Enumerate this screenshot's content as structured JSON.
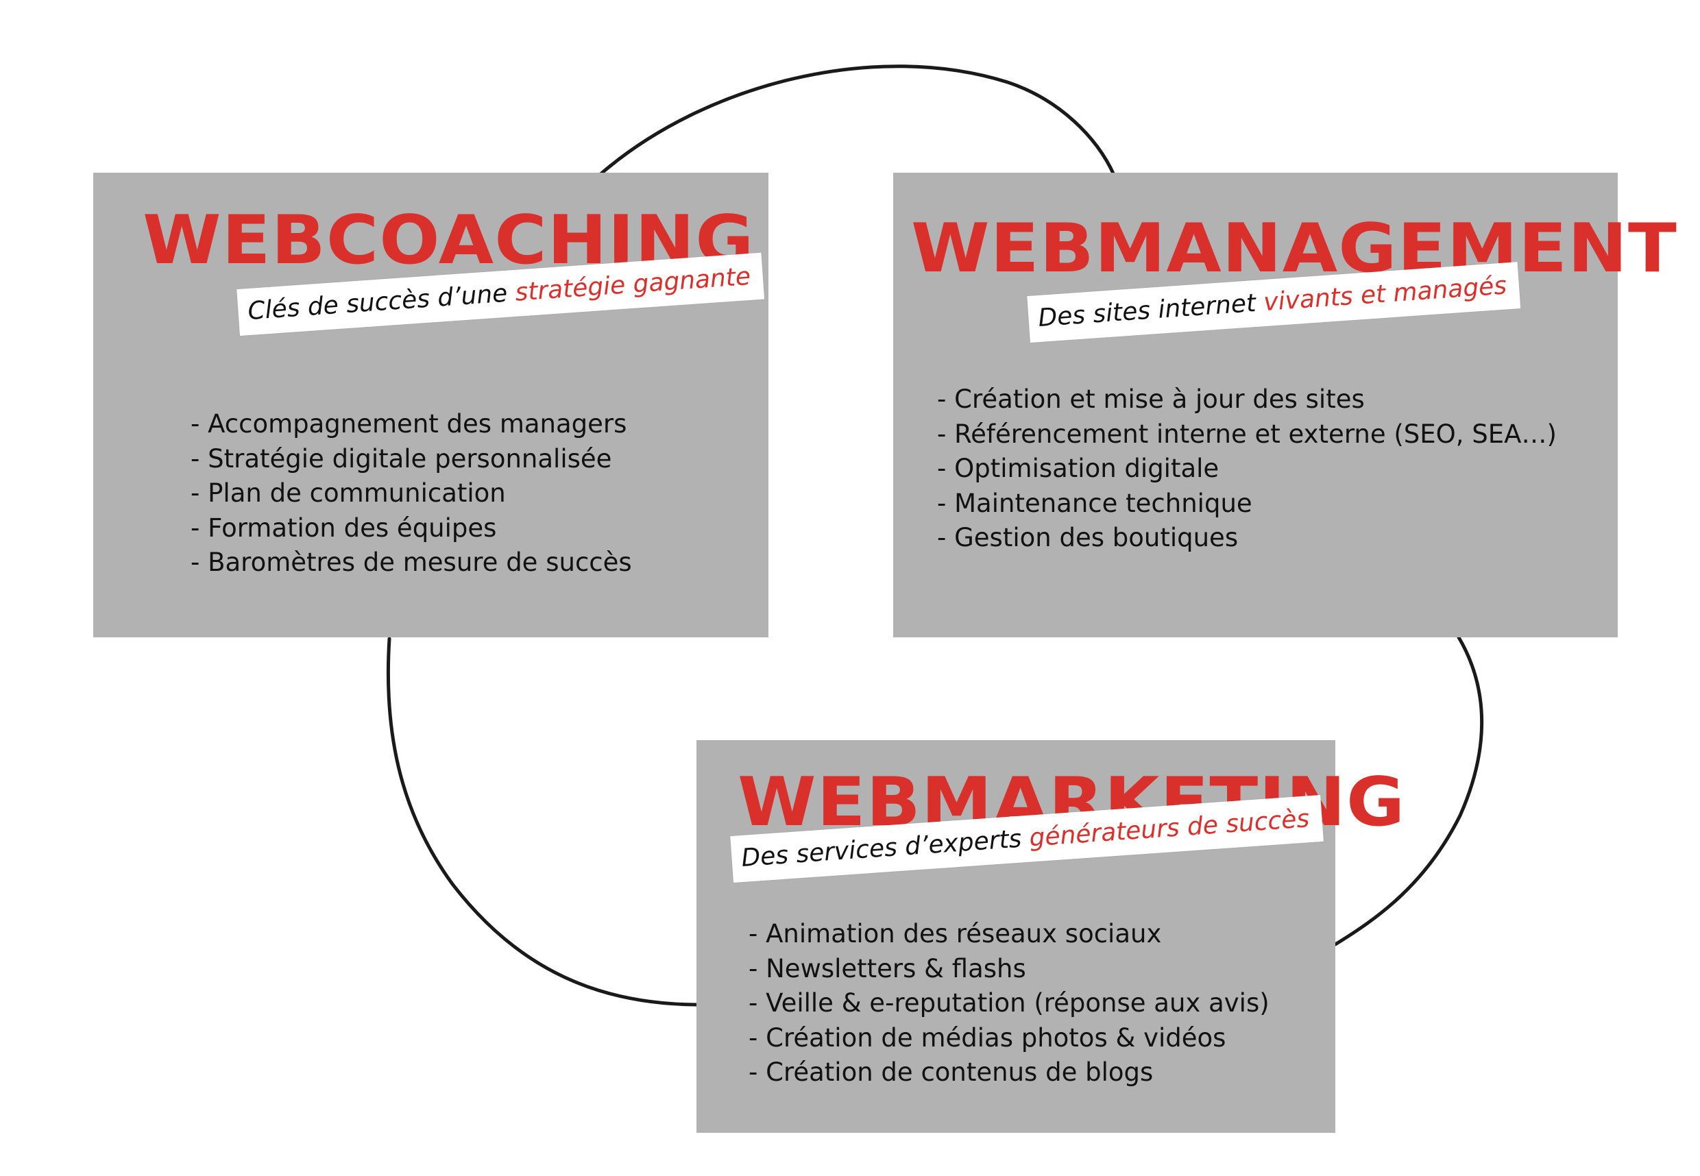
{
  "colors": {
    "accent": "#d9302b",
    "box": "#b1b2b1",
    "loop": "#1a1a1a",
    "text": "#111111"
  },
  "webcoaching": {
    "title": "WEBCOACHING",
    "tagline_plain": "Clés de succès d’une ",
    "tagline_accent": "stratégie gagnante",
    "items": [
      "Accompagnement des managers",
      "Stratégie digitale personnalisée",
      "Plan de communication",
      "Formation des équipes",
      "Baromètres de mesure de succès"
    ]
  },
  "webmanagement": {
    "title": "WEBMANAGEMENT",
    "tagline_plain": "Des sites internet ",
    "tagline_accent": "vivants et managés",
    "items": [
      "Création et mise à jour des sites",
      "Référencement interne et externe (SEO, SEA…)",
      "Optimisation digitale",
      "Maintenance technique",
      "Gestion des boutiques"
    ]
  },
  "webmarketing": {
    "title": "WEBMARKETING",
    "tagline_plain": "Des services d’experts ",
    "tagline_accent": "générateurs de succès",
    "items": [
      "Animation des réseaux sociaux",
      "Newsletters & flashs",
      "Veille & e-reputation (réponse aux avis)",
      "Création de médias photos & vidéos",
      "Création de contenus de blogs"
    ]
  }
}
